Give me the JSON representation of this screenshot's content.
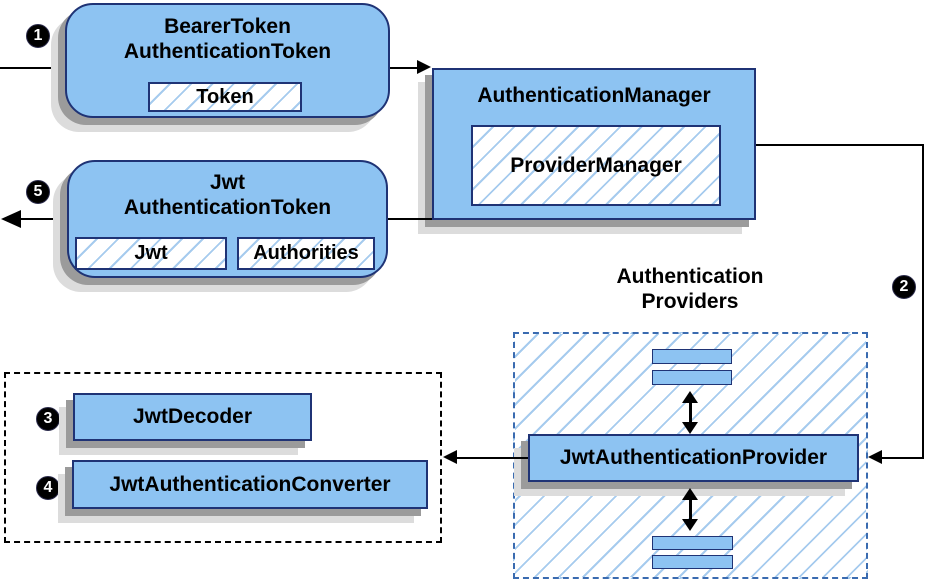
{
  "nodes": {
    "bearer_token": {
      "line1": "BearerToken",
      "line2": "AuthenticationToken",
      "token_chip": "Token"
    },
    "auth_manager": {
      "title": "AuthenticationManager",
      "provider_manager_chip": "ProviderManager"
    },
    "jwt_token": {
      "line1": "Jwt",
      "line2": "AuthenticationToken",
      "jwt_chip": "Jwt",
      "authorities_chip": "Authorities"
    },
    "providers_group": {
      "label_line1": "Authentication",
      "label_line2": "Providers",
      "provider": "JwtAuthenticationProvider"
    },
    "decoder_group": {
      "decoder": "JwtDecoder",
      "converter": "JwtAuthenticationConverter"
    }
  },
  "badges": {
    "step1": "1",
    "step2": "2",
    "step3": "3",
    "step4": "4",
    "step5": "5"
  },
  "colors": {
    "node_fill": "#8dc3f2",
    "node_border": "#1f3375",
    "hatch_line": "#a6cbee",
    "providers_dash_border": "#3a6bb0",
    "decoder_dash_border": "#000000",
    "shadow_dark": "#9b9b9b",
    "shadow_light": "#dcdcdc",
    "connector": "#000000",
    "badge_bg": "#000000",
    "badge_text": "#ffffff"
  }
}
